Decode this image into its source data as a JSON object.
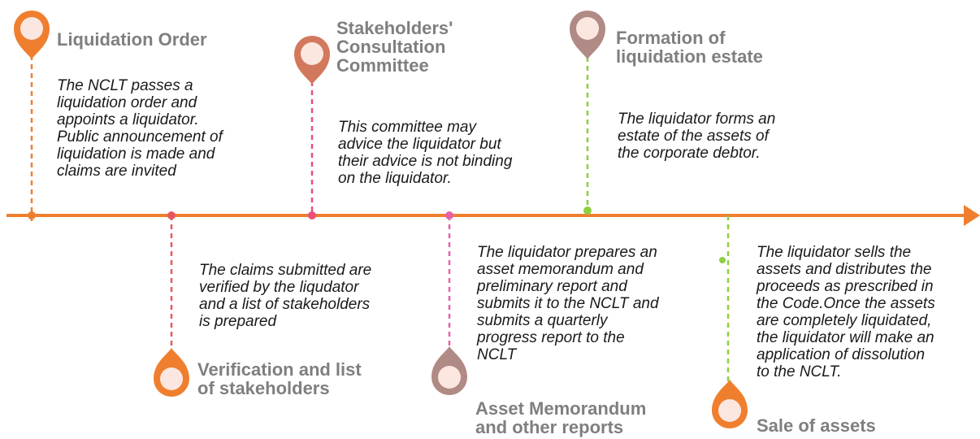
{
  "colors": {
    "axis": "#ef7f2f",
    "pin_orange": "#ef7f2f",
    "pin_brown": "#d2785d",
    "pin_mauve": "#b08a84",
    "pin_fill": "#fbe7e0",
    "title": "#7f7f7f",
    "desc": "#1a1a1a"
  },
  "steps": [
    {
      "title": "Liquidation Order",
      "description": "The NCLT passes a\nliquidation order and\nappoints a liquidator.\nPublic announcement of\nliquidation is made and\nclaims are invited"
    },
    {
      "title": "Verification and list\nof stakeholders",
      "description": "The claims submitted are\nverified by the liqudator\nand a list of stakeholders\nis prepared"
    },
    {
      "title": "Stakeholders'\nConsultation\nCommittee",
      "description": "This committee may\nadvice the liquidator but\ntheir advice is not binding\non the liquidator."
    },
    {
      "title": "Asset Memorandum\nand other reports",
      "description": "The liquidator prepares an\nasset memorandum and\npreliminary report and\nsubmits it to the NCLT and\nsubmits a quarterly\nprogress report to the\nNCLT"
    },
    {
      "title": "Formation of\nliquidation estate",
      "description": "The liquidator forms an\nestate of the assets of\nthe corporate debtor."
    },
    {
      "title": "Sale of assets",
      "description": "The liquidator sells the\nassets and distributes the\nproceeds as prescribed in\nthe Code.Once the assets\nare completely liquidated,\nthe liquidator will make an\napplication of dissolution\nto the NCLT."
    }
  ]
}
